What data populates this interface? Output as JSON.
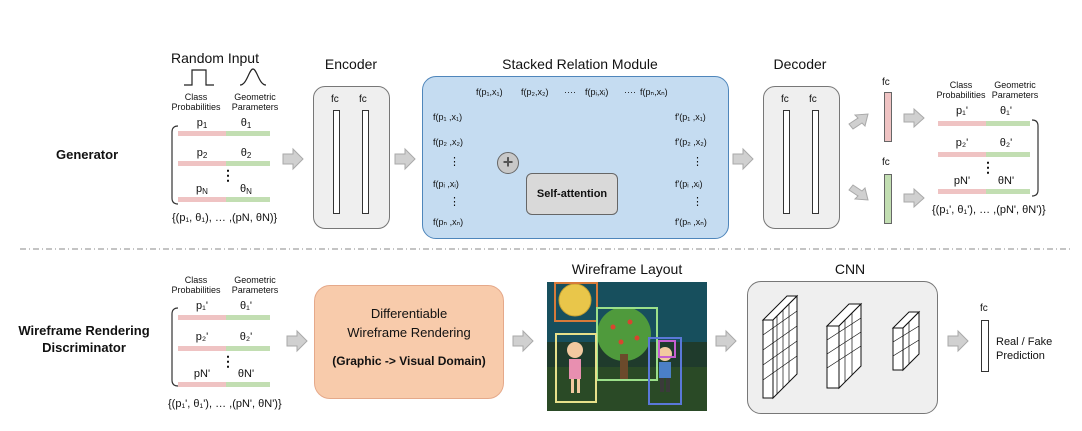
{
  "top": {
    "row_label": "Generator",
    "random_input": {
      "title": "Random Input",
      "class_label_1": "Class",
      "class_label_2": "Probabilities",
      "geo_label_1": "Geometric",
      "geo_label_2": "Parameters",
      "rows": [
        {
          "p": "p",
          "p_sub": "1",
          "t": "θ",
          "t_sub": "1"
        },
        {
          "p": "p",
          "p_sub": "2",
          "t": "θ",
          "t_sub": "2"
        },
        {
          "p": "p",
          "p_sub": "N",
          "t": "θ",
          "t_sub": "N"
        }
      ],
      "dots": "⋮",
      "set_text": "{(p₁, θ₁), … ,(pN, θN)}"
    },
    "encoder": {
      "title": "Encoder",
      "fc1": "fc",
      "fc2": "fc"
    },
    "srm": {
      "title": "Stacked Relation Module",
      "top_terms": [
        "f(p₁,x₁)",
        "f(p₂,x₂)",
        "····",
        "f(pᵢ,xᵢ)",
        "····",
        "f(pₙ,xₙ)"
      ],
      "left_terms": [
        "f(p₁ ,x₁)",
        "f(p₂ ,x₂)",
        "⋮",
        "f(pᵢ ,xᵢ)",
        "⋮",
        "f(pₙ ,xₙ)"
      ],
      "right_terms": [
        "f'(p₁ ,x₁)",
        "f'(p₂ ,x₂)",
        "⋮",
        "f'(pᵢ ,xᵢ)",
        "⋮",
        "f'(pₙ ,xₙ)"
      ],
      "self_attention": "Self-attention",
      "plus": "+"
    },
    "decoder": {
      "title": "Decoder",
      "fc1": "fc",
      "fc2": "fc"
    },
    "heads": {
      "fc_top": "fc",
      "fc_bottom": "fc"
    },
    "output": {
      "class_label_1": "Class",
      "class_label_2": "Probabilities",
      "geo_label_1": "Geometric",
      "geo_label_2": "Parameters",
      "rows": [
        {
          "p": "p₁'",
          "t": "θ₁'"
        },
        {
          "p": "p₂'",
          "t": "θ₂'"
        },
        {
          "p": "pN'",
          "t": "θN'"
        }
      ],
      "dots": "⋮",
      "set_text": "{(p₁', θ₁'), … ,(pN', θN')}"
    }
  },
  "bottom": {
    "row_label_1": "Wireframe Rendering",
    "row_label_2": "Discriminator",
    "input": {
      "class_label_1": "Class",
      "class_label_2": "Probabilities",
      "geo_label_1": "Geometric",
      "geo_label_2": "Parameters",
      "rows": [
        {
          "p": "p₁'",
          "t": "θ₁'"
        },
        {
          "p": "p₂'",
          "t": "θ₂'"
        },
        {
          "p": "pN'",
          "t": "θN'"
        }
      ],
      "dots": "⋮",
      "set_text": "{(p₁', θ₁'), … ,(pN', θN')}"
    },
    "renderer": {
      "line1": "Differentiable",
      "line2": "Wireframe Rendering",
      "line3": "(Graphic -> Visual Domain)"
    },
    "wireframe": {
      "title": "Wireframe Layout"
    },
    "cnn": {
      "title": "CNN"
    },
    "fc": "fc",
    "prediction_1": "Real / Fake",
    "prediction_2": "Prediction"
  },
  "colors": {
    "srm_fill": "#c5dcf1",
    "srm_border": "#4f86bb",
    "renderer_fill": "#f8cbab",
    "pink_bar": "#efc3c3",
    "green_bar": "#c2deb2",
    "gray_box": "#efefef"
  }
}
